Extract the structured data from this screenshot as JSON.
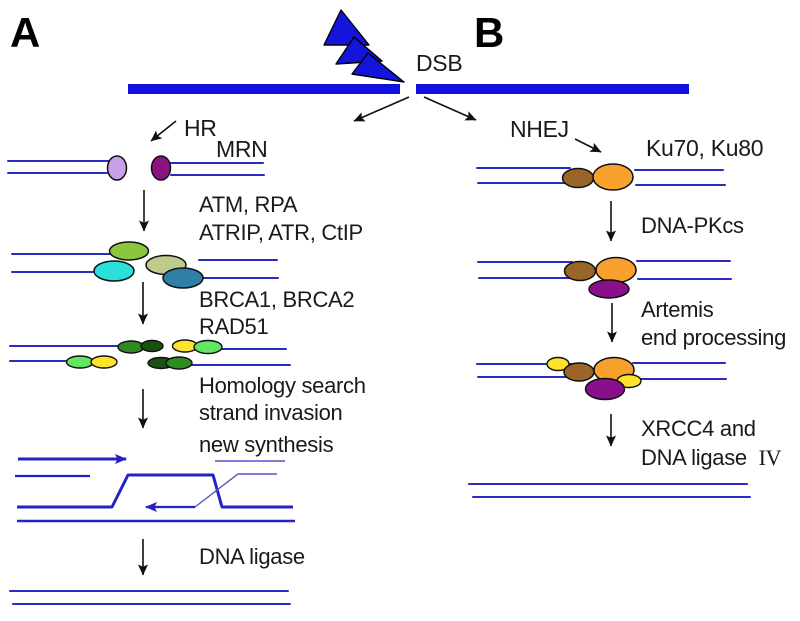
{
  "diagram": {
    "break_label": "DSB",
    "panel_a": {
      "label": "A",
      "pathway": "HR",
      "step1_label": "MRN",
      "step2_line1": "ATM, RPA",
      "step2_line2": "ATRIP, ATR, CtIP",
      "step3_line1": "BRCA1, BRCA2",
      "step3_line2": "RAD51",
      "step4_line1": "Homology search",
      "step4_line2": "strand invasion",
      "step4_line3": "new synthesis",
      "step5_label": "DNA ligase"
    },
    "panel_b": {
      "label": "B",
      "pathway": "NHEJ",
      "step1_label": "Ku70, Ku80",
      "step2_label": "DNA-PKcs",
      "step3_line1": "Artemis",
      "step3_line2": "end processing",
      "step4_line1": "XRCC4 and",
      "step4_line2_text": "DNA ligase",
      "step4_line2_numeral": "IV"
    }
  },
  "colors": {
    "dna_bar": "#1111DF",
    "dna_line": "#2B2BC2",
    "invasion_blue": "#2323C8",
    "lightning": "#1414DC",
    "arrow_black": "#111111",
    "text": "#1A1A1A",
    "light_purple": "#C9A0E8",
    "dark_magenta": "#8A1380",
    "yellow_green": "#8CC63E",
    "cyan": "#29E1D9",
    "pale_olive": "#BDCB8D",
    "steel_blue": "#2F7FA6",
    "dark_green": "#2E8B22",
    "deep_green": "#1C4F14",
    "yellow": "#FFE32A",
    "light_green": "#63E663",
    "brown": "#9A6528",
    "orange": "#F9A12F",
    "purple": "#8A0F8A"
  }
}
